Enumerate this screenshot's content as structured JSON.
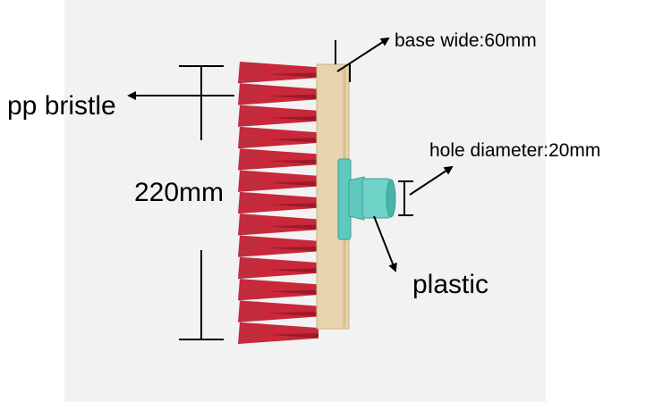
{
  "labels": {
    "bristle": "pp bristle",
    "length": "220mm",
    "base_width": "base wide:60mm",
    "hole": "hole diameter:20mm",
    "material": "plastic"
  },
  "colors": {
    "bristle": "#c8283a",
    "bristle_dark": "#8e1424",
    "bristle_tip": "#b03848",
    "wood": "#e7d3ad",
    "wood_edge": "#c9b283",
    "connector": "#5fc9bd",
    "connector_dark": "#3a9f94",
    "ink": "#000000"
  }
}
